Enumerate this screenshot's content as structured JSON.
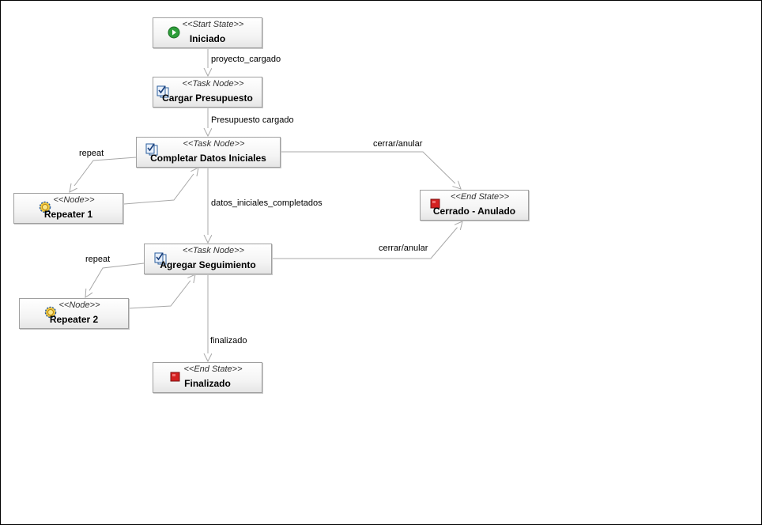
{
  "nodes": {
    "iniciado": {
      "stereotype": "<<Start State>>",
      "name": "Iniciado",
      "icon": "start-icon"
    },
    "cargar": {
      "stereotype": "<<Task Node>>",
      "name": "Cargar Presupuesto",
      "icon": "task-icon"
    },
    "completar": {
      "stereotype": "<<Task Node>>",
      "name": "Completar Datos Iniciales",
      "icon": "task-icon"
    },
    "repeater1": {
      "stereotype": "<<Node>>",
      "name": "Repeater 1",
      "icon": "gear-icon"
    },
    "cerrado": {
      "stereotype": "<<End State>>",
      "name": "Cerrado - Anulado",
      "icon": "end-icon"
    },
    "agregar": {
      "stereotype": "<<Task Node>>",
      "name": "Agregar Seguimiento",
      "icon": "task-icon"
    },
    "repeater2": {
      "stereotype": "<<Node>>",
      "name": "Repeater 2",
      "icon": "gear-icon"
    },
    "finalizado": {
      "stereotype": "<<End State>>",
      "name": "Finalizado",
      "icon": "end-icon"
    }
  },
  "edges": {
    "proyecto_cargado": "proyecto_cargado",
    "presupuesto_cargado": "Presupuesto cargado",
    "repeat_1": "repeat",
    "cerrar_anular_1": "cerrar/anular",
    "datos_iniciales": "datos_iniciales_completados",
    "repeat_2": "repeat",
    "cerrar_anular_2": "cerrar/anular",
    "finalizado": "finalizado"
  },
  "colors": {
    "start": "#2e9e3a",
    "end": "#d42020",
    "line": "#a8a8a8"
  }
}
